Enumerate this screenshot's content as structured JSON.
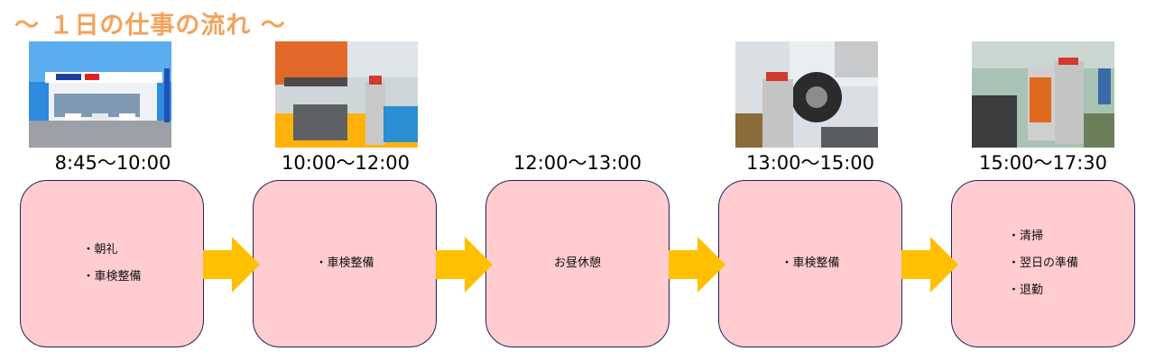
{
  "title": "～ １日の仕事の流れ ～",
  "accent_color": "#f4a25c",
  "box_color": "#ffccd0",
  "arrow_color": "#ffc000",
  "steps": [
    {
      "time": "8:45～10:00",
      "items": [
        "朝礼",
        "車検整備"
      ]
    },
    {
      "time": "10:00～12:00",
      "items": [
        "車検整備"
      ]
    },
    {
      "time": "12:00～13:00",
      "items": [
        "お昼休憩"
      ]
    },
    {
      "time": "13:00～15:00",
      "items": [
        "車検整備"
      ]
    },
    {
      "time": "15:00～17:30",
      "items": [
        "清掃",
        "翌日の準備",
        "退勤"
      ]
    }
  ]
}
